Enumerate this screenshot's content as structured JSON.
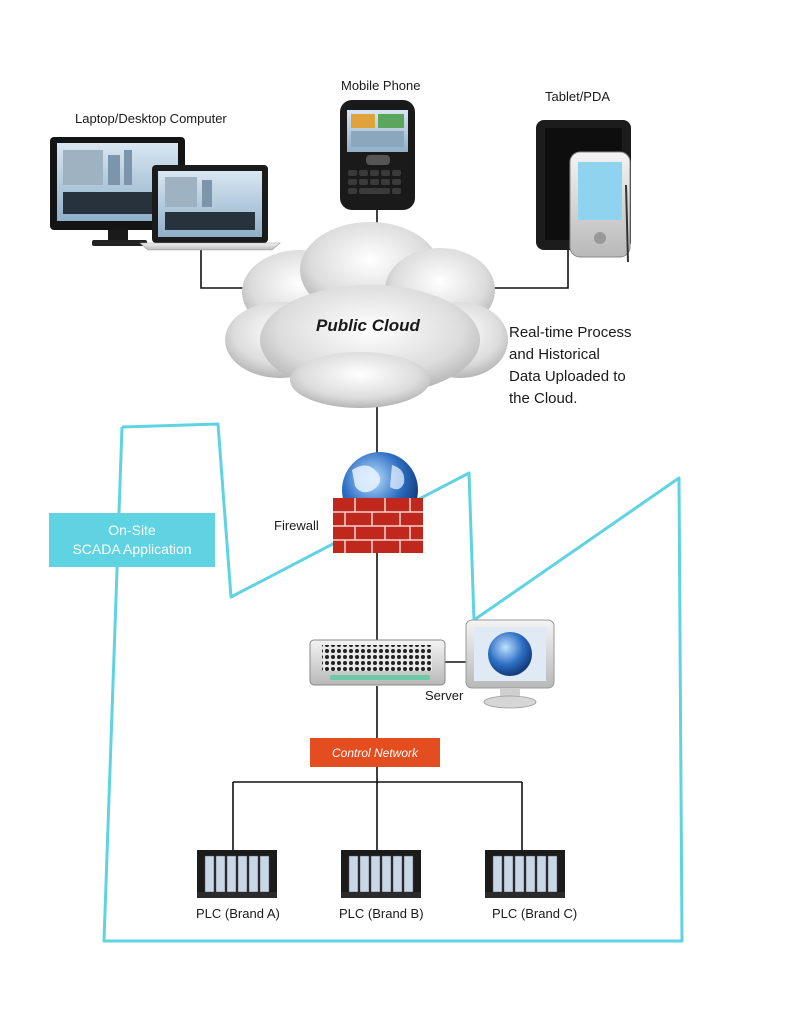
{
  "devices": {
    "laptop_desktop": "Laptop/Desktop Computer",
    "mobile_phone": "Mobile Phone",
    "tablet_pda": "Tablet/PDA"
  },
  "cloud": {
    "title": "Public Cloud",
    "note_lines": [
      "Real-time Process",
      "and Historical",
      "Data Uploaded to",
      "the Cloud."
    ]
  },
  "onsite": {
    "lines": [
      "On-Site",
      "SCADA Application"
    ]
  },
  "firewall_label": "Firewall",
  "server_label": "Server",
  "control_network_label": "Control Network",
  "plcs": [
    "PLC (Brand A)",
    "PLC (Brand B)",
    "PLC (Brand C)"
  ],
  "colors": {
    "onsite_outline": "#5fd3e2",
    "control_network": "#e34d1f",
    "firewall_brick": "#c0281d",
    "globe": "#2d6fc4"
  }
}
